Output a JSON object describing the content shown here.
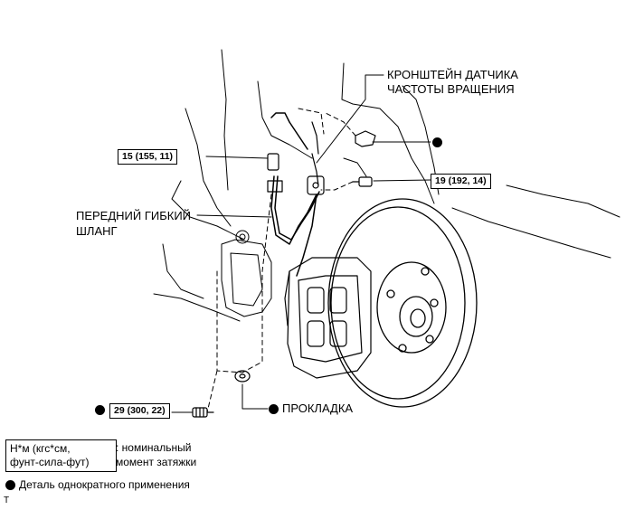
{
  "labels": {
    "sensor_bracket_line1": "КРОНШТЕЙН ДАТЧИКА",
    "sensor_bracket_line2": "ЧАСТОТЫ ВРАЩЕНИЯ",
    "front_hose_line1": "ПЕРЕДНИЙ ГИБКИЙ",
    "front_hose_line2": "ШЛАНГ",
    "gasket": "ПРОКЛАДКА"
  },
  "torque_specs": {
    "spec_15": "15 (155, 11)",
    "spec_19": "19 (192, 14)",
    "spec_29": "29 (300, 22)"
  },
  "legend": {
    "unit_line1": "Н*м (кгс*см,",
    "unit_line2": "фунт-сила-фут)",
    "unit_desc_line1": ": номинальный",
    "unit_desc_line2": "момент затяжки",
    "single_use": "Деталь однократного применения",
    "corner_mark": "T"
  },
  "colors": {
    "ink": "#000000",
    "background": "#ffffff"
  }
}
